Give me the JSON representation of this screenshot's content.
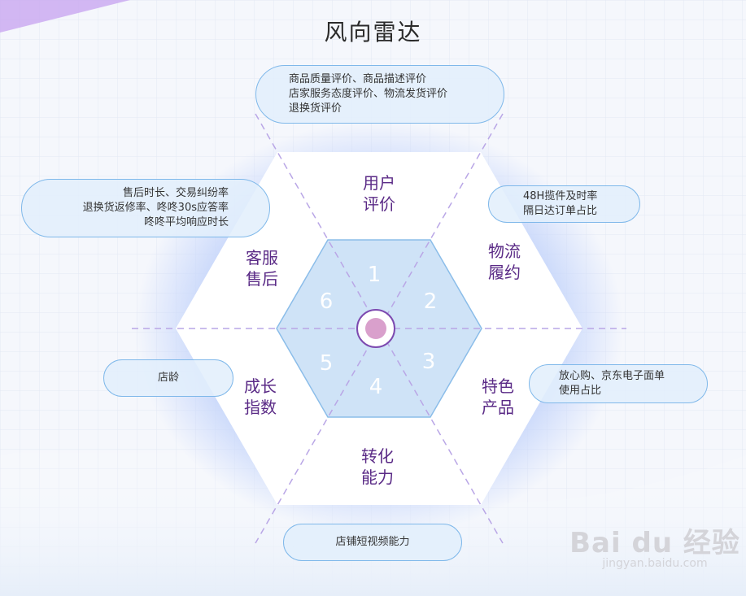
{
  "title": "风向雷达",
  "center_labels": [
    {
      "line1": "用户",
      "line2": "评价"
    },
    {
      "line1": "物流",
      "line2": "履约"
    },
    {
      "line1": "特色",
      "line2": "产品"
    },
    {
      "line1": "转化",
      "line2": "能力"
    },
    {
      "line1": "成长",
      "line2": "指数"
    },
    {
      "line1": "客服",
      "line2": "售后"
    }
  ],
  "numbers": [
    "1",
    "2",
    "3",
    "4",
    "5",
    "6"
  ],
  "bubbles": {
    "top": [
      "商品质量评价、商品描述评价",
      "店家服务态度评价、物流发货评价",
      "退换货评价"
    ],
    "left": [
      "售后时长、交易纠纷率",
      "退换货返修率、咚咚30s应答率",
      "咚咚平均响应时长"
    ],
    "right1": [
      "48H揽件及时率",
      "隔日达订单占比"
    ],
    "left2": [
      "店龄"
    ],
    "right2": [
      "放心购、京东电子面单",
      "使用占比"
    ],
    "bottom": [
      "店铺短视频能力"
    ]
  },
  "watermark": {
    "logo": "Bai du 经验",
    "url": "jingyan.baidu.com"
  },
  "colors": {
    "label": "#5a2a86",
    "bubble_border": "#7fb8ea",
    "inner_hexagon": "#cfe3f7",
    "center_dot": "#d9a0cc",
    "dashed_line": "#b9a6e6"
  }
}
